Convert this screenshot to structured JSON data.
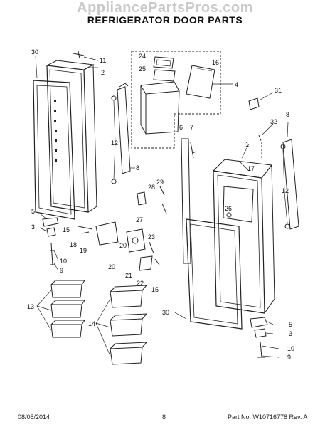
{
  "watermark": "AppliancePartsPros.com",
  "title": "REFRIGERATOR DOOR PARTS",
  "footer": {
    "date": "08/05/2014",
    "page": "8",
    "part_no": "Part No. W10716778  Rev. A"
  },
  "callouts": {
    "n1": "1",
    "n2": "2",
    "n3": "3",
    "n4": "4",
    "n5": "5",
    "n6": "6",
    "n7": "7",
    "n8": "8",
    "n9": "9",
    "n10": "10",
    "n11": "11",
    "n12": "12",
    "n13": "13",
    "n14": "14",
    "n15": "15",
    "n16": "16",
    "n17": "17",
    "n18": "18",
    "n19": "19",
    "n20": "20",
    "n21": "21",
    "n22": "22",
    "n23": "23",
    "n24": "24",
    "n25": "25",
    "n26": "26",
    "n27": "27",
    "n28": "28",
    "n29": "29",
    "n30": "30",
    "n31": "31",
    "n32": "32"
  }
}
